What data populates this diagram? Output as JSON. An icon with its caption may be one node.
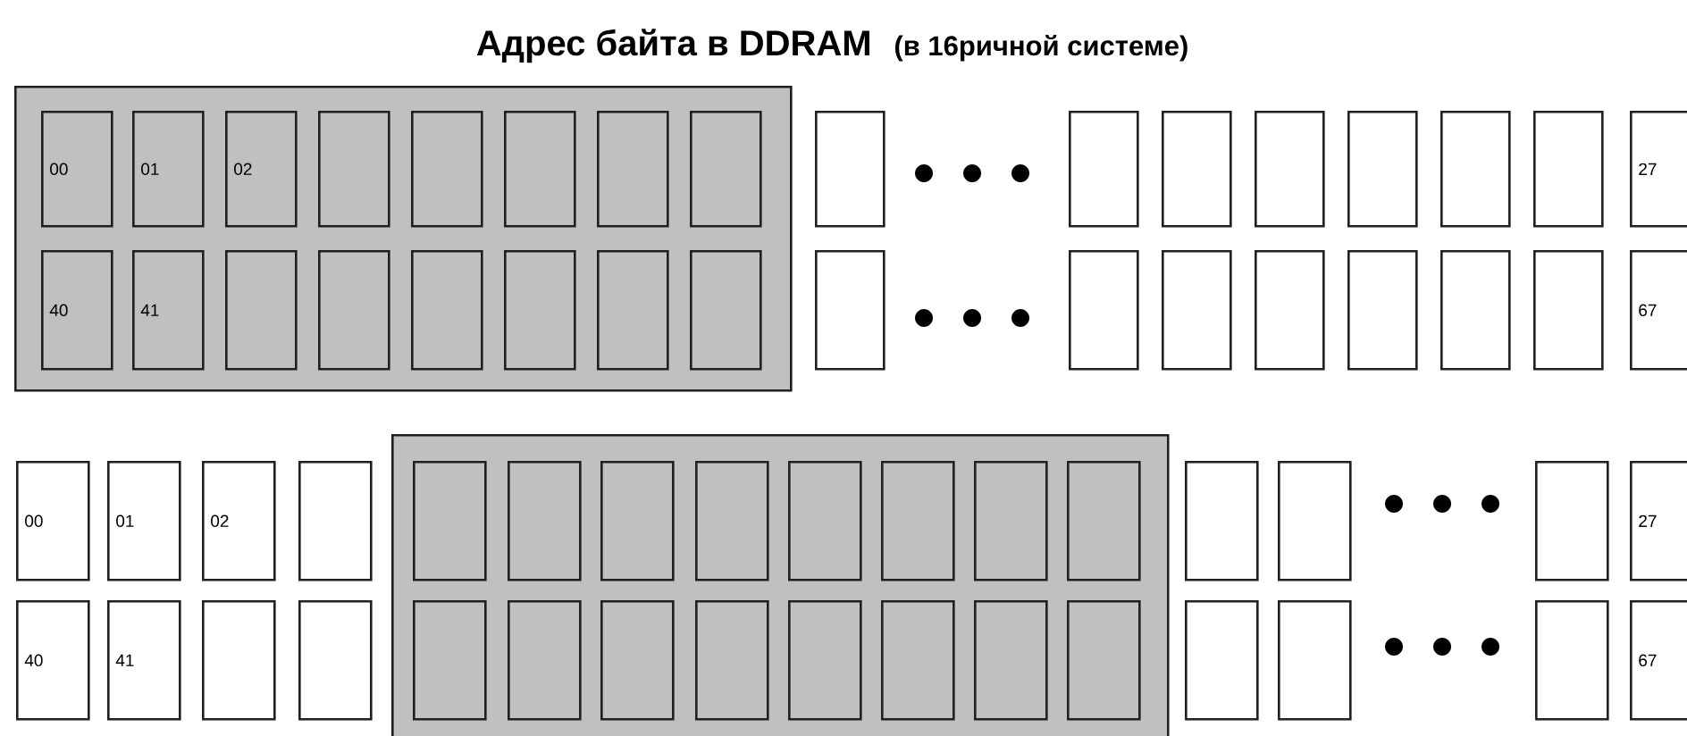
{
  "diagram": {
    "title": "Адрес байта в DDRAM",
    "nodes": [
      {
        "text": [],
        "shape": "box"
      },
      {
        "text": [
          "00"
        ],
        "in": 0
      },
      {
        "text": [
          "01"
        ],
        "in": 0
      },
      {
        "text": [
          "02"
        ],
        "in": 0
      },
      {
        "text": [],
        "shape": "box",
        "in": 0
      },
      {
        "text": [],
        "shape": "box",
        "in": 0
      },
      {
        "text": [],
        "shape": "box",
        "in": 0
      },
      {
        "text": [],
        "shape": "box",
        "in": 0
      },
      {
        "text": [],
        "shape": "box",
        "in": 0
      },
      {
        "text": [],
        "shape": "box"
      },
      {
        "text": [],
        "shape": "box"
      },
      {
        "text": [],
        "shape": "box"
      },
      {
        "text": [],
        "shape": "box"
      },
      {
        "text": [],
        "shape": "box"
      },
      {
        "text": [],
        "shape": "box"
      },
      {
        "text": [],
        "shape": "box"
      },
      {
        "text": [
          "27"
        ]
      },
      {
        "text": [
          "40"
        ],
        "in": 0
      },
      {
        "text": [
          "41"
        ],
        "in": 0
      },
      {
        "text": [],
        "shape": "box",
        "in": 0
      },
      {
        "text": [],
        "shape": "box",
        "in": 0
      },
      {
        "text": [],
        "shape": "box",
        "in": 0
      },
      {
        "text": [],
        "shape": "box",
        "in": 0
      },
      {
        "text": [],
        "shape": "box",
        "in": 0
      },
      {
        "text": [],
        "shape": "box",
        "in": 0
      },
      {
        "text": [],
        "shape": "box"
      },
      {
        "text": [],
        "shape": "box"
      },
      {
        "text": [],
        "shape": "box"
      },
      {
        "text": [],
        "shape": "box"
      },
      {
        "text": [],
        "shape": "box"
      },
      {
        "text": [],
        "shape": "box"
      },
      {
        "text": [],
        "shape": "box"
      },
      {
        "text": [
          "67"
        ]
      },
      {
        "text": [
          "00"
        ]
      },
      {
        "text": [
          "01"
        ]
      },
      {
        "text": [
          "02"
        ]
      },
      {
        "text": [],
        "shape": "box"
      },
      {
        "text": [],
        "shape": "box"
      },
      {
        "text": [],
        "shape": "box",
        "in": 37
      },
      {
        "text": [],
        "shape": "box",
        "in": 37
      },
      {
        "text": [],
        "shape": "box",
        "in": 37
      },
      {
        "text": [],
        "shape": "box",
        "in": 37
      },
      {
        "text": [],
        "shape": "box",
        "in": 37
      },
      {
        "text": [],
        "shape": "box",
        "in": 37
      },
      {
        "text": [],
        "shape": "box",
        "in": 37
      },
      {
        "text": [],
        "shape": "box",
        "in": 37
      },
      {
        "text": [],
        "shape": "box"
      },
      {
        "text": [],
        "shape": "box"
      },
      {
        "text": [],
        "shape": "box"
      },
      {
        "text": [
          "27"
        ]
      },
      {
        "text": [
          "40"
        ]
      },
      {
        "text": [
          "41"
        ]
      },
      {
        "text": [],
        "shape": "box"
      },
      {
        "text": [],
        "shape": "box"
      },
      {
        "text": [],
        "shape": "box",
        "in": 37
      },
      {
        "text": [],
        "shape": "box",
        "in": 37
      },
      {
        "text": [],
        "shape": "box",
        "in": 37
      },
      {
        "text": [],
        "shape": "box",
        "in": 37
      },
      {
        "text": [],
        "shape": "box",
        "in": 37
      },
      {
        "text": [],
        "shape": "box",
        "in": 37
      },
      {
        "text": [],
        "shape": "box",
        "in": 37
      },
      {
        "text": [],
        "shape": "box",
        "in": 37
      },
      {
        "text": [],
        "shape": "box"
      },
      {
        "text": [],
        "shape": "box"
      },
      {
        "text": [],
        "shape": "box"
      },
      {
        "text": [
          "67"
        ]
      }
    ],
    "labels": [
      "(в 16ричной системе)"
    ]
  }
}
